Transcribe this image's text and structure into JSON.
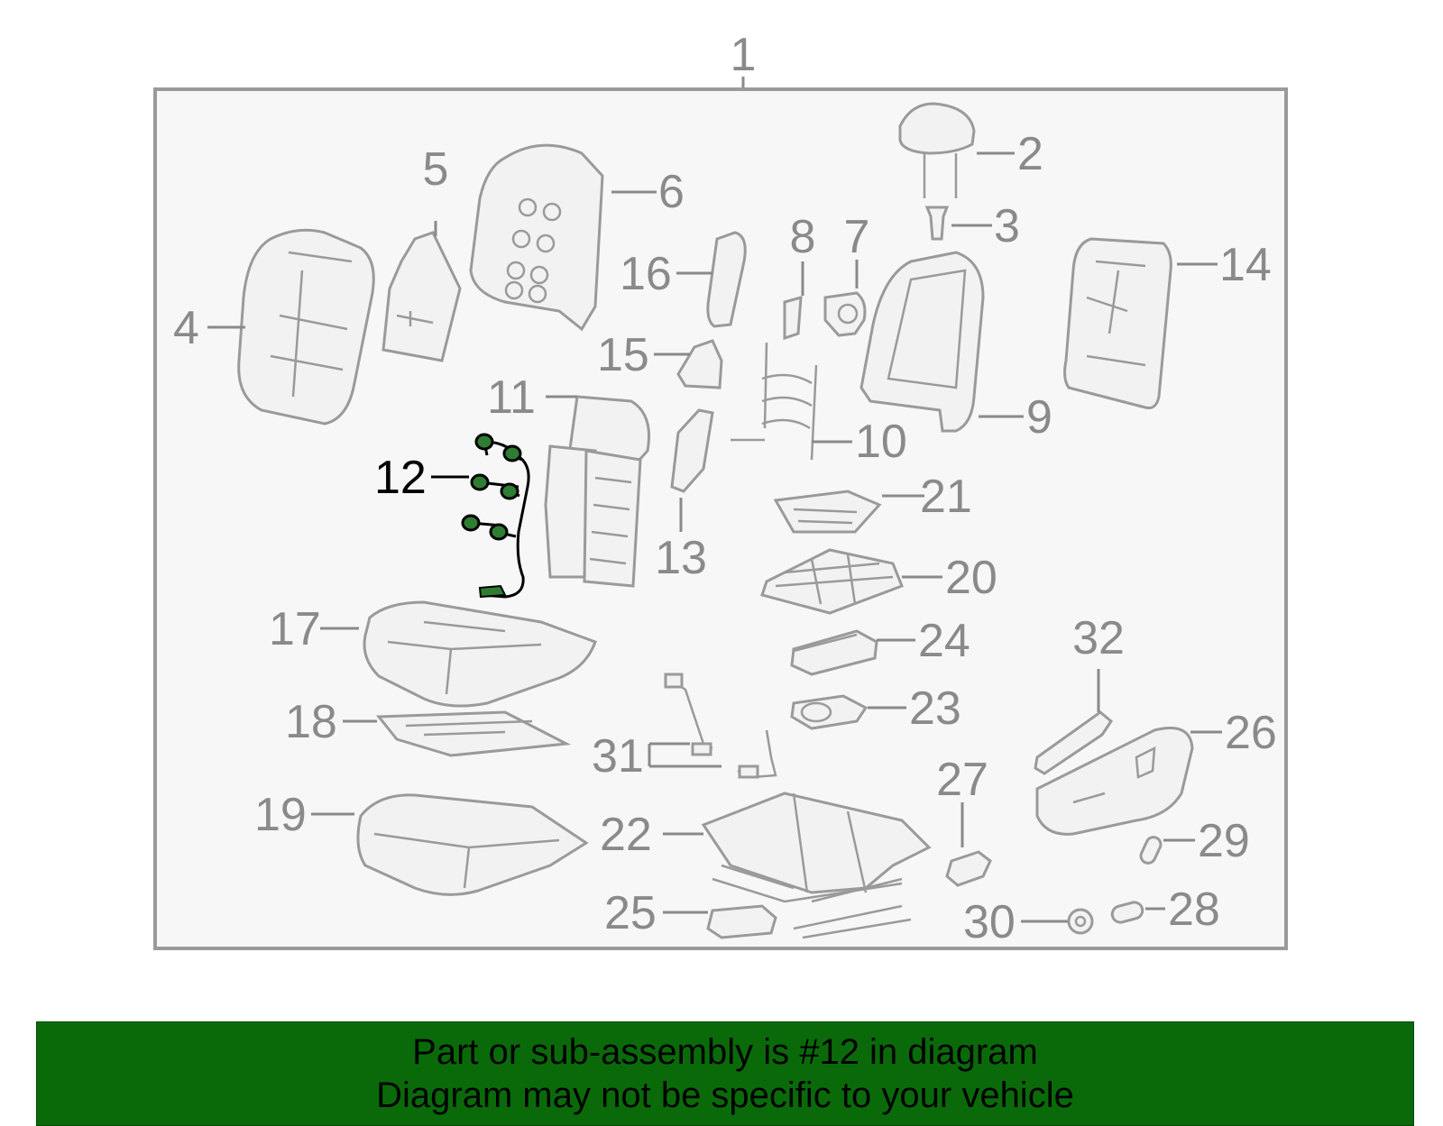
{
  "diagram": {
    "part_labels": [
      "1",
      "2",
      "3",
      "4",
      "5",
      "6",
      "7",
      "8",
      "9",
      "10",
      "11",
      "12",
      "13",
      "14",
      "15",
      "16",
      "17",
      "18",
      "19",
      "20",
      "21",
      "22",
      "23",
      "24",
      "25",
      "26",
      "27",
      "28",
      "29",
      "30",
      "31",
      "32"
    ],
    "highlighted_part": "12",
    "colors": {
      "frame_border": "#9a9a9a",
      "frame_fill": "#f7f7f7",
      "part_stroke": "#9a9a9a",
      "label_gray": "#8a8a8a",
      "highlight_stroke": "#000000",
      "highlight_fill": "#2e7d32",
      "banner_bg": "#0a6a0a"
    }
  },
  "banner": {
    "line1": "Part or sub-assembly is #12 in diagram",
    "line2": "Diagram may not be specific to your vehicle"
  }
}
